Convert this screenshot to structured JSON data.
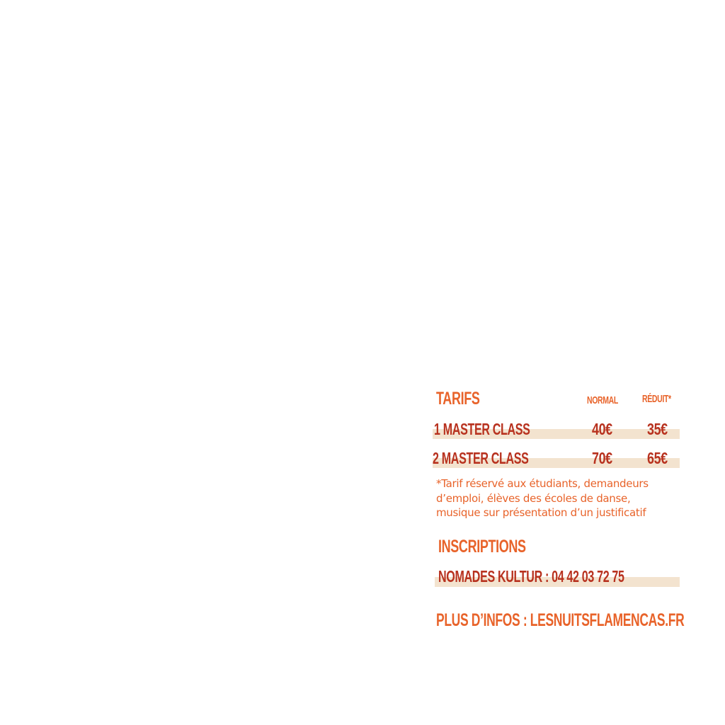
{
  "tarifs": {
    "title": "TARIFS",
    "col_normal": "NORMAL",
    "col_reduit": "RÉDUIT*",
    "rows": [
      {
        "label": "1 MASTER CLASS",
        "normal": "40€",
        "reduit": "35€"
      },
      {
        "label": "2 MASTER CLASS",
        "normal": "70€",
        "reduit": "65€"
      }
    ],
    "note_lines": [
      "*Tarif réservé aux étudiants, demandeurs",
      "d’emploi, élèves des écoles de danse,",
      "musique sur présentation d’un justificatif"
    ]
  },
  "inscriptions": {
    "title": "INSCRIPTIONS",
    "contact": "NOMADES KULTUR : 04 42 03 72 75"
  },
  "infos": {
    "text": "PLUS D’INFOS : LESNUITSFLAMENCAS.FR"
  },
  "colors": {
    "accent_orange": "#e8632a",
    "dark_red": "#b8321f",
    "band": "#f3e3cf"
  }
}
